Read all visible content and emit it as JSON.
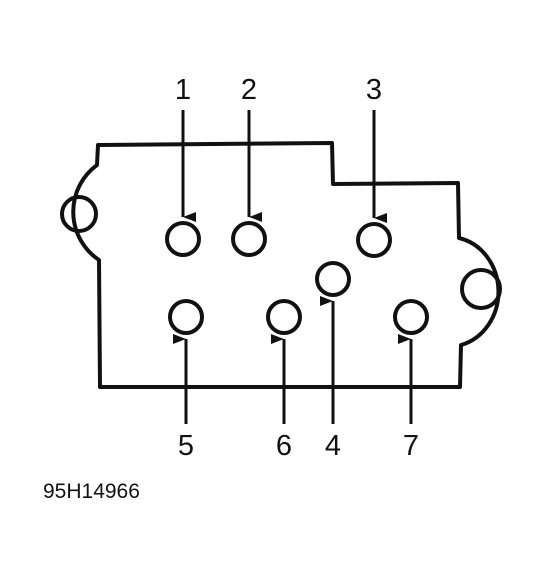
{
  "diagram": {
    "reference_code": "95H14966",
    "line_color": "#111111",
    "background_color": "#ffffff",
    "pins": [
      {
        "label": "1"
      },
      {
        "label": "2"
      },
      {
        "label": "3"
      },
      {
        "label": "4"
      },
      {
        "label": "5"
      },
      {
        "label": "6"
      },
      {
        "label": "7"
      }
    ]
  }
}
